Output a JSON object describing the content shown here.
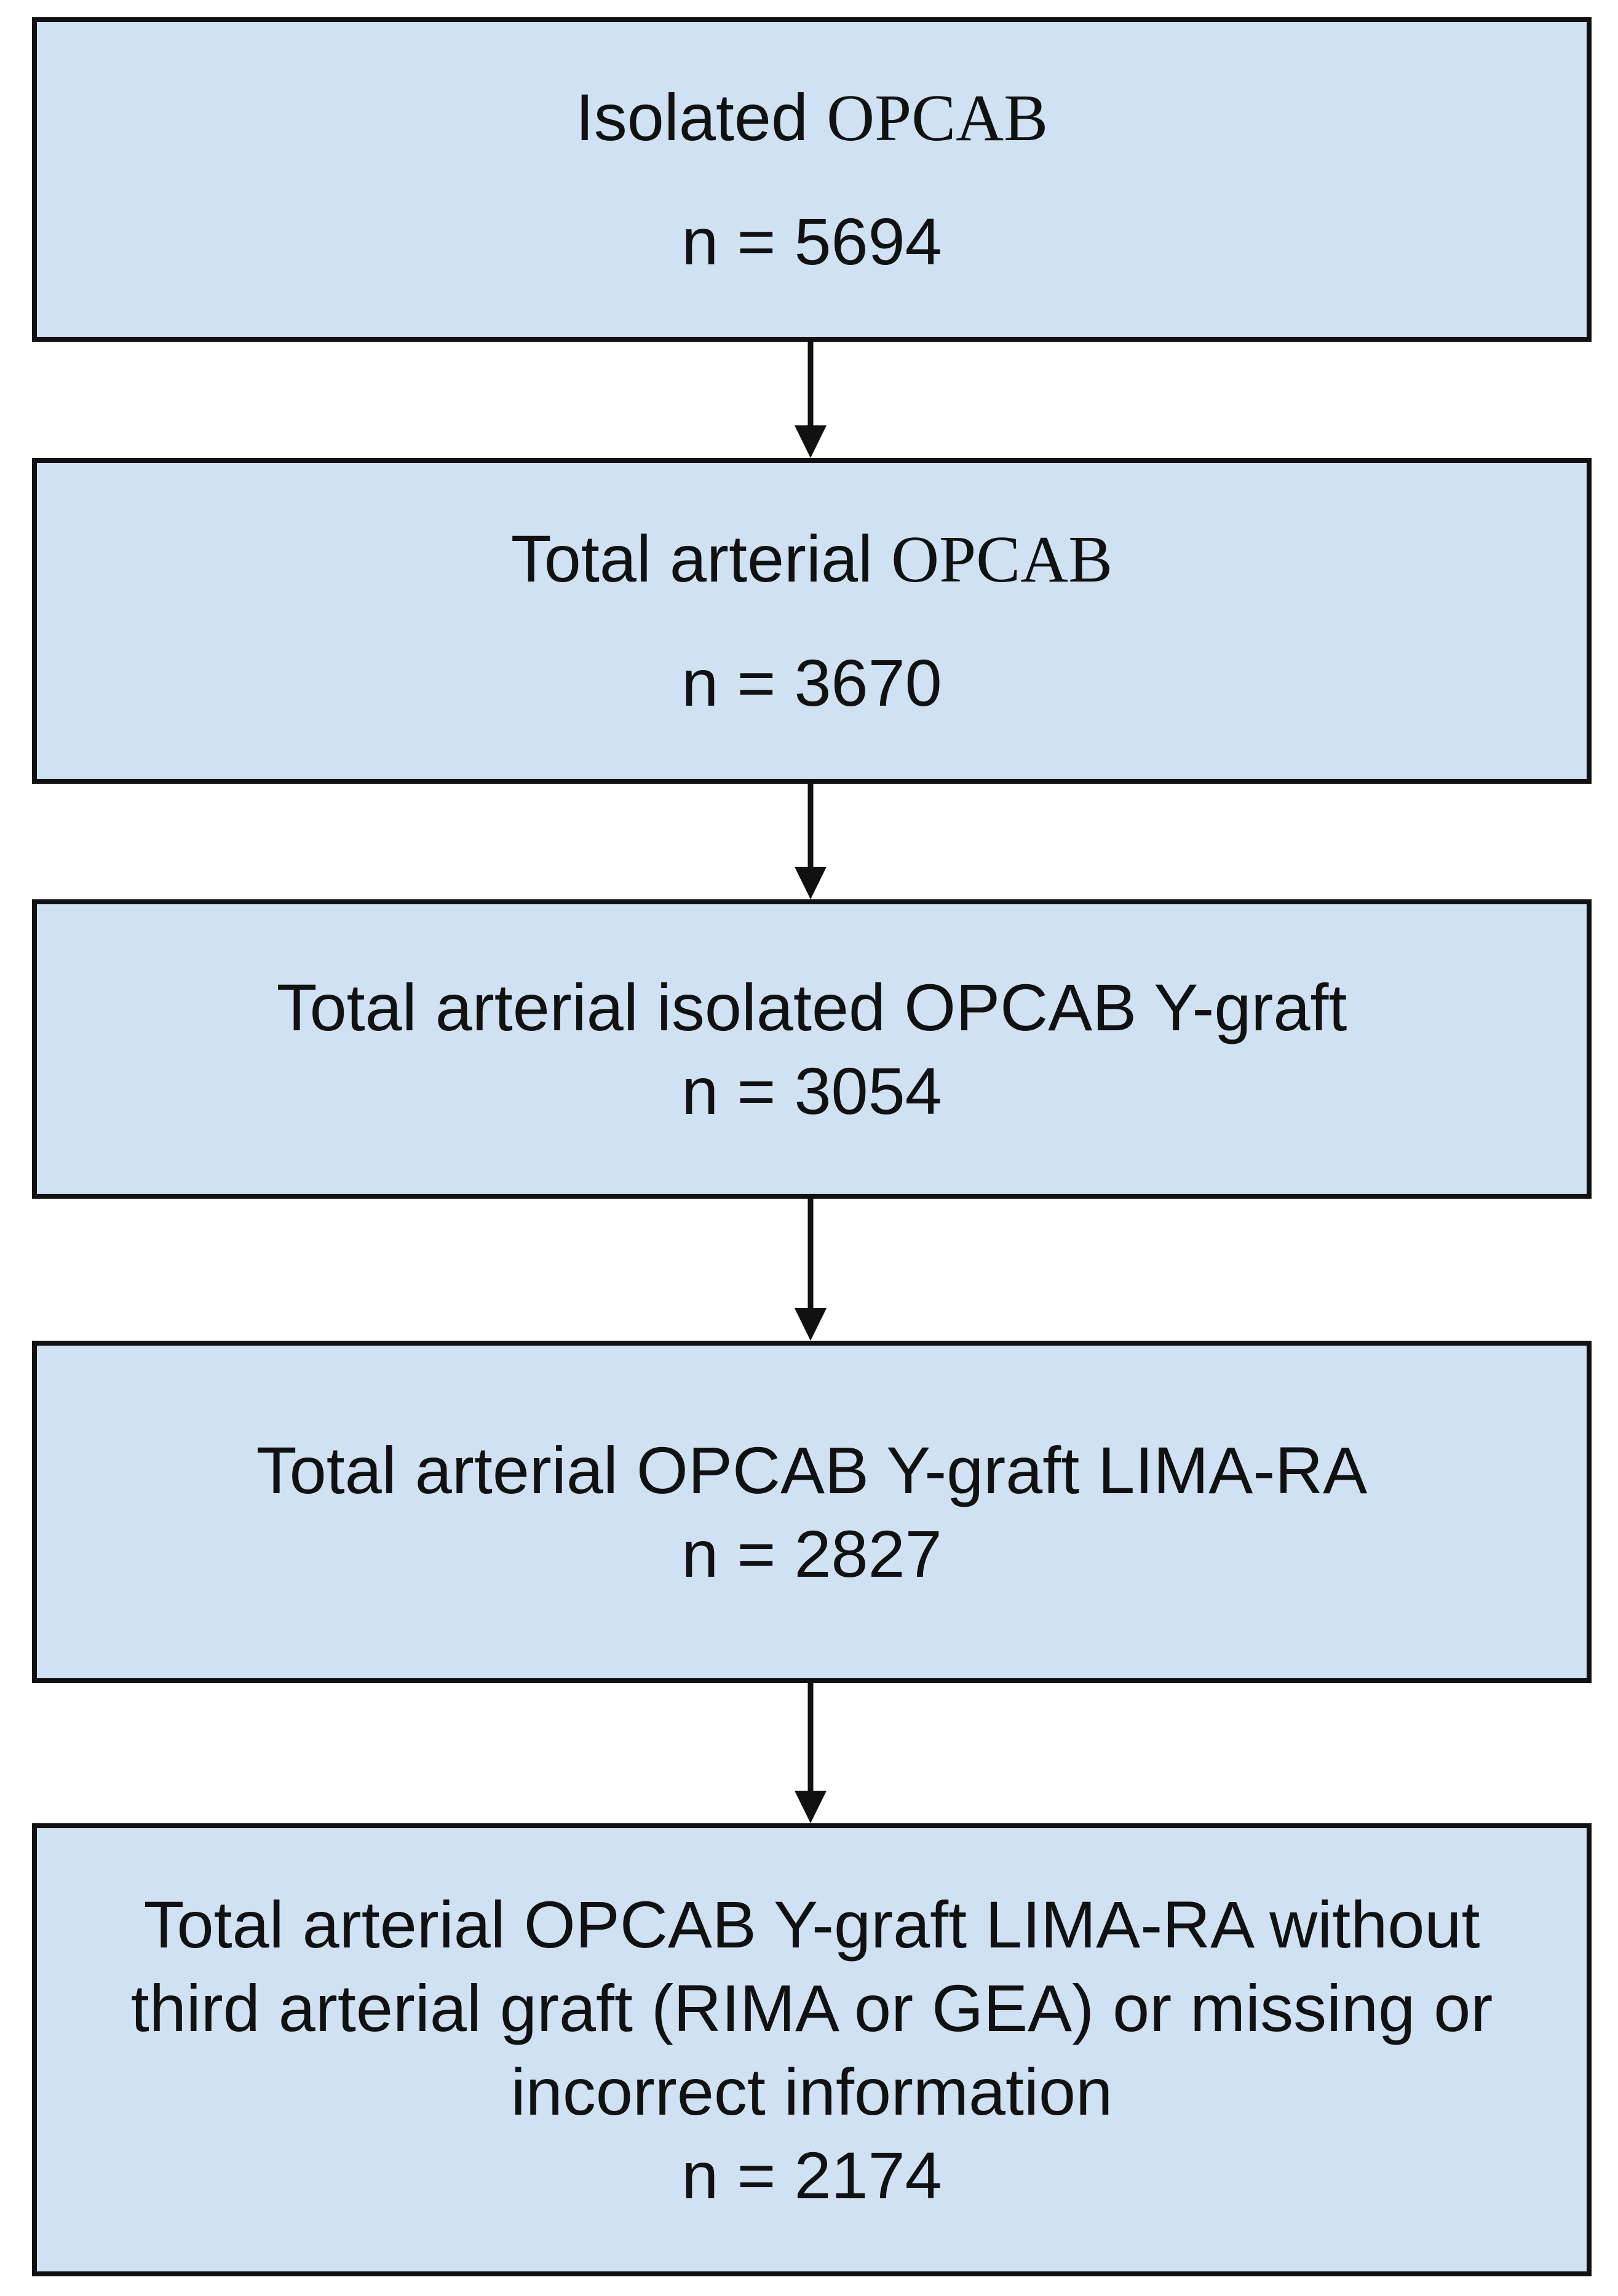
{
  "flowchart": {
    "steps": [
      {
        "label_sans": "Isolated",
        "label_serif": "OPCAB",
        "count": "n = 5694"
      },
      {
        "label_sans": "Total arterial",
        "label_serif": "OPCAB",
        "count": "n = 3670"
      },
      {
        "label": "Total arterial isolated OPCAB Y-graft",
        "count": "n = 3054"
      },
      {
        "label": "Total arterial OPCAB Y-graft LIMA-RA",
        "count": "n = 2827"
      },
      {
        "lines": [
          "Total arterial OPCAB Y-graft LIMA-RA without",
          "third arterial graft (RIMA or GEA) or missing or",
          "incorrect information"
        ],
        "count": "n = 2174"
      }
    ]
  },
  "colors": {
    "box_fill": "#cfe1f3",
    "border": "#111111",
    "text": "#111111"
  }
}
